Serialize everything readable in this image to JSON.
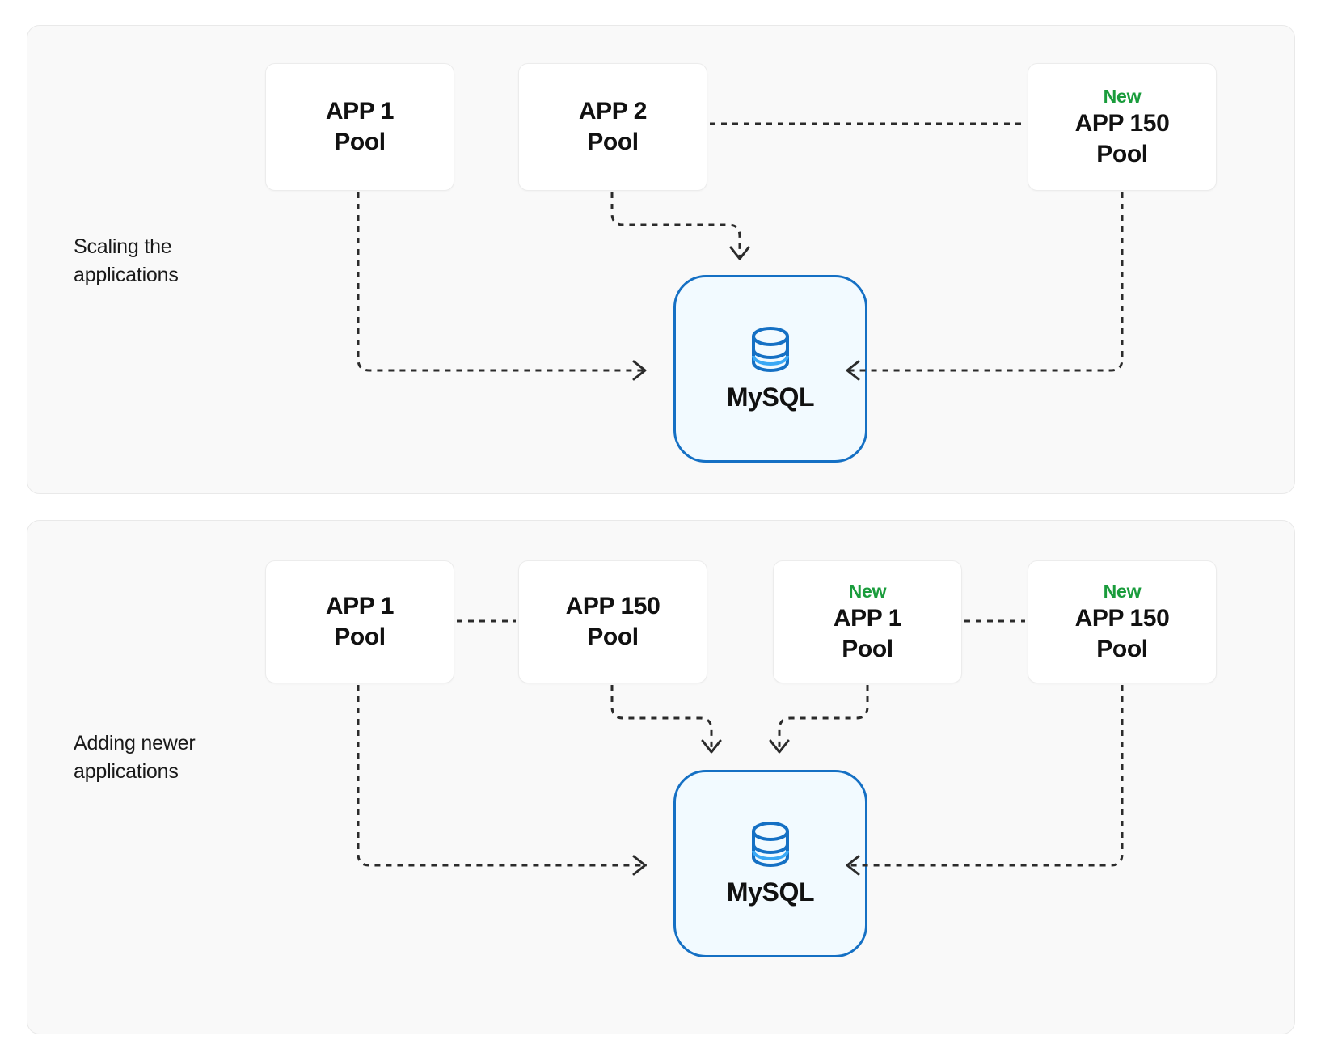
{
  "diagram": {
    "title": "MySQL connection pooling scaling diagram",
    "colors": {
      "panel_bg": "#f9f9f9",
      "panel_border": "#e9e9e9",
      "box_bg": "#ffffff",
      "box_border": "#ececec",
      "new_badge": "#1a9c3c",
      "db_border": "#1570c4",
      "db_bg": "#f2faff",
      "db_icon_accent": "#3aa8f5",
      "wire": "#2b2b2b",
      "text": "#111111"
    },
    "panels": [
      {
        "id": "scaling",
        "label": "Scaling the\napplications",
        "nodes": [
          {
            "id": "top-app-1",
            "new": "",
            "title": "APP 1",
            "sub": "Pool"
          },
          {
            "id": "top-app-2",
            "new": "",
            "title": "APP 2",
            "sub": "Pool"
          },
          {
            "id": "top-app-150",
            "new": "New",
            "title": "APP 150",
            "sub": "Pool"
          }
        ],
        "database": {
          "id": "top-mysql",
          "label": "MySQL",
          "icon": "database-icon"
        },
        "connections": [
          {
            "from": "top-app-2",
            "to": "top-app-150",
            "style": "dotted-link",
            "arrow": false
          },
          {
            "from": "top-app-1",
            "to": "top-mysql",
            "style": "dotted-link",
            "arrow": true
          },
          {
            "from": "top-app-2",
            "to": "top-mysql",
            "style": "dotted-link",
            "arrow": true
          },
          {
            "from": "top-app-150",
            "to": "top-mysql",
            "style": "dotted-link",
            "arrow": true
          }
        ]
      },
      {
        "id": "adding",
        "label": "Adding newer\napplications",
        "nodes": [
          {
            "id": "bot-app-1",
            "new": "",
            "title": "APP 1",
            "sub": "Pool"
          },
          {
            "id": "bot-app-150",
            "new": "",
            "title": "APP 150",
            "sub": "Pool"
          },
          {
            "id": "bot-new-app-1",
            "new": "New",
            "title": "APP 1",
            "sub": "Pool"
          },
          {
            "id": "bot-new-app-150",
            "new": "New",
            "title": "APP 150",
            "sub": "Pool"
          }
        ],
        "database": {
          "id": "bot-mysql",
          "label": "MySQL",
          "icon": "database-icon"
        },
        "connections": [
          {
            "from": "bot-app-1",
            "to": "bot-app-150",
            "style": "dotted-link",
            "arrow": false
          },
          {
            "from": "bot-new-app-1",
            "to": "bot-new-app-150",
            "style": "dotted-link",
            "arrow": false
          },
          {
            "from": "bot-app-1",
            "to": "bot-mysql",
            "style": "dotted-link",
            "arrow": true
          },
          {
            "from": "bot-app-150",
            "to": "bot-mysql",
            "style": "dotted-link",
            "arrow": true
          },
          {
            "from": "bot-new-app-1",
            "to": "bot-mysql",
            "style": "dotted-link",
            "arrow": true
          },
          {
            "from": "bot-new-app-150",
            "to": "bot-mysql",
            "style": "dotted-link",
            "arrow": true
          }
        ]
      }
    ]
  }
}
